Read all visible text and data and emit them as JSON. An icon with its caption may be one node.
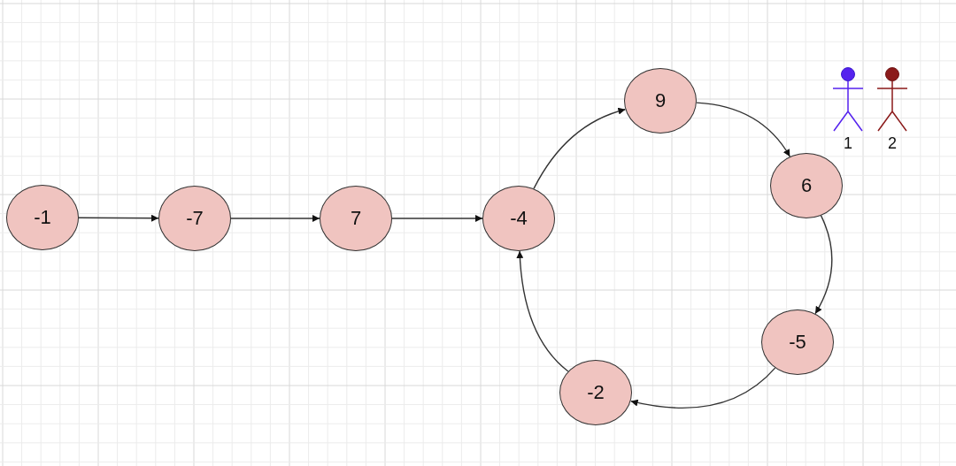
{
  "diagram": {
    "nodes": [
      {
        "text": [
          "-1"
        ]
      },
      {
        "text": [
          "-7"
        ]
      },
      {
        "text": [
          "7"
        ]
      },
      {
        "text": [
          "-4"
        ]
      },
      {
        "text": [
          "9"
        ]
      },
      {
        "text": [
          "6"
        ]
      },
      {
        "text": [
          "-5"
        ]
      },
      {
        "text": [
          "-2"
        ]
      },
      {
        "text": [
          "1"
        ]
      },
      {
        "text": [
          "2"
        ]
      }
    ],
    "edges": [
      {
        "from": 0,
        "to": 1,
        "arrow": "to"
      },
      {
        "from": 1,
        "to": 2,
        "arrow": "to"
      },
      {
        "from": 2,
        "to": 3,
        "arrow": "to"
      },
      {
        "from": 3,
        "to": 4,
        "arrow": "to"
      },
      {
        "from": 4,
        "to": 5,
        "arrow": "to"
      },
      {
        "from": 5,
        "to": 6,
        "arrow": "to"
      },
      {
        "from": 6,
        "to": 7,
        "arrow": "to"
      },
      {
        "from": 7,
        "to": 3,
        "arrow": "to"
      }
    ]
  }
}
